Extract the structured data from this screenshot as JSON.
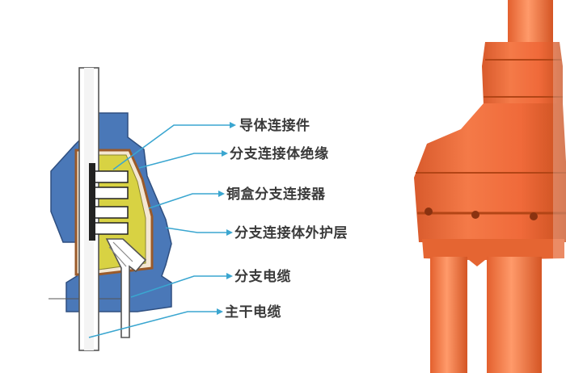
{
  "labels": {
    "conductor_connector": "导体连接件",
    "branch_insulation": "分支连接体绝缘",
    "copper_box_connector": "铜盒分支连接器",
    "branch_outer_sheath": "分支连接体外护层",
    "branch_cable": "分支电缆",
    "main_cable": "主干电缆"
  },
  "colors": {
    "outer_sheath_blue": "#4a78b8",
    "insulation_yellow": "#d8d243",
    "copper_box_brown": "#9a5a2a",
    "leader_line_cyan": "#3aa6d0",
    "product_orange": "#f07040"
  }
}
